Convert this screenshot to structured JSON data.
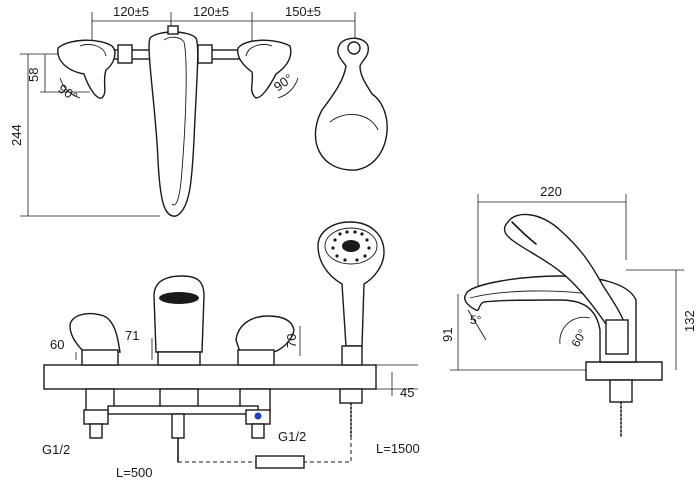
{
  "dimensions": {
    "top_left": "120±5",
    "top_mid": "120±5",
    "top_right": "150±5",
    "height_small": "58",
    "height_total": "244",
    "angle_left": "90°",
    "angle_right": "90°",
    "handle_height_left": "60",
    "spout_height": "71",
    "handle_height_right": "70",
    "deck_thickness": "45",
    "thread_left": "G1/2",
    "thread_right": "G1/2",
    "hose_short": "L=500",
    "hose_long": "L=1500",
    "side_width": "220",
    "side_height_left": "91",
    "side_height_right": "132",
    "side_angle_small": "5°",
    "side_angle_large": "60°"
  }
}
